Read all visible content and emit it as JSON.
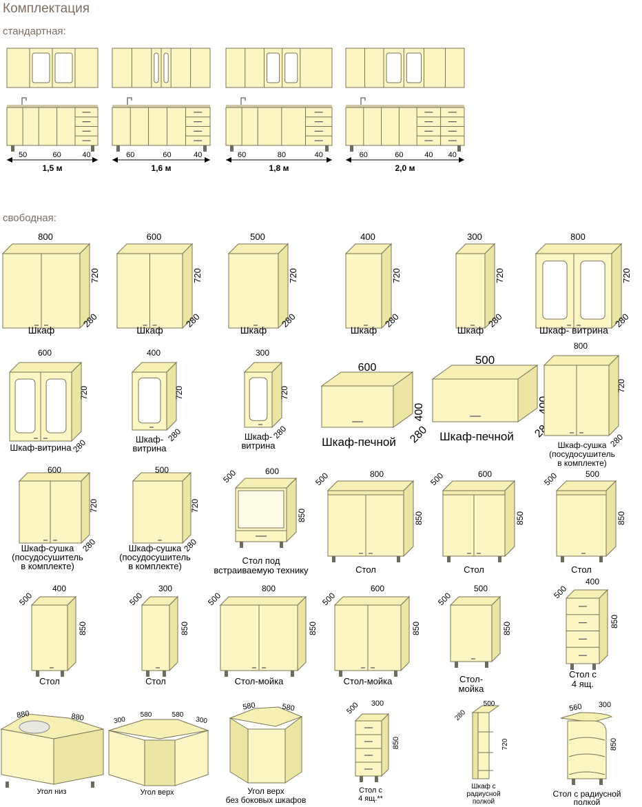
{
  "title": "Комплектация",
  "standard": {
    "label": "стандартная:",
    "sets": [
      {
        "dims": [
          "50",
          "60",
          "40"
        ],
        "total": "1,5 м"
      },
      {
        "dims": [
          "60",
          "60",
          "40"
        ],
        "total": "1,6 м"
      },
      {
        "dims": [
          "60",
          "80",
          "40"
        ],
        "total": "1,8 м"
      },
      {
        "dims": [
          "60",
          "60",
          "40",
          "40"
        ],
        "total": "2,0 м"
      }
    ]
  },
  "free": {
    "label": "свободная:",
    "rows": [
      [
        {
          "w": "800",
          "h": "720",
          "d": "280",
          "name": "Шкаф"
        },
        {
          "w": "600",
          "h": "720",
          "d": "280",
          "name": "Шкаф"
        },
        {
          "w": "500",
          "h": "720",
          "d": "280",
          "name": "Шкаф"
        },
        {
          "w": "400",
          "h": "720",
          "d": "280",
          "name": "Шкаф"
        },
        {
          "w": "300",
          "h": "720",
          "d": "280",
          "name": "Шкаф"
        },
        {
          "w": "800",
          "h": "720",
          "d": "280",
          "name": "Шкаф- витрина"
        }
      ],
      [
        {
          "w": "600",
          "h": "720",
          "d": "280",
          "name": "Шкаф-витрина"
        },
        {
          "w": "400",
          "h": "720",
          "d": "280",
          "name": "Шкаф-\nвитрина"
        },
        {
          "w": "300",
          "h": "720",
          "d": "280",
          "name": "Шкаф-\nвитрина"
        },
        {
          "w": "600",
          "h": "400",
          "d": "280",
          "name": "Шкаф-печной"
        },
        {
          "w": "500",
          "h": "400",
          "d": "280",
          "name": "Шкаф-печной"
        },
        {
          "w": "800",
          "h": "720",
          "d": "280",
          "name": "Шкаф-сушка\n(посудосушитель\nв комплекте)"
        }
      ],
      [
        {
          "w": "600",
          "h": "720",
          "d": "280",
          "name": "Шкаф-сушка\n(посудосушитель\nв комплекте)"
        },
        {
          "w": "500",
          "h": "720",
          "d": "280",
          "name": "Шкаф-сушка\n(посудосушитель\nв комплекте)"
        },
        {
          "w": "600",
          "h": "850",
          "d": "500",
          "name": "Стол под\nвстраиваемую технику"
        },
        {
          "w": "800",
          "h": "850",
          "d": "500",
          "name": "Стол"
        },
        {
          "w": "600",
          "h": "850",
          "d": "500",
          "name": "Стол"
        },
        {
          "w": "500",
          "h": "850",
          "d": "500",
          "name": "Стол"
        }
      ],
      [
        {
          "w": "400",
          "h": "850",
          "d": "500",
          "name": "Стол"
        },
        {
          "w": "300",
          "h": "850",
          "d": "500",
          "name": "Стол"
        },
        {
          "w": "800",
          "h": "850",
          "d": "500",
          "name": "Стол-мойка"
        },
        {
          "w": "600",
          "h": "850",
          "d": "500",
          "name": "Стол-мойка"
        },
        {
          "w": "500",
          "h": "850",
          "d": "500",
          "name": "Стол-\nмойка"
        },
        {
          "w": "400",
          "h": "850",
          "d": "500",
          "name": "Стол с\n4 ящ."
        }
      ],
      [
        {
          "w": "880",
          "w2": "880",
          "name": "Угол низ"
        },
        {
          "w": "580",
          "w2": "580",
          "d": "300",
          "d2": "300",
          "name": "Угол верх"
        },
        {
          "w": "580",
          "w2": "580",
          "name": "Угол верх\nбез боковых шкафов"
        },
        {
          "w": "300",
          "h": "850",
          "d": "500",
          "name": "Стол с\n4 ящ.**"
        },
        {
          "w": "500",
          "h": "720",
          "d": "280",
          "name": "Шкаф с\nрадиусной\nполкой"
        },
        {
          "w": "560",
          "w2": "300",
          "h": "850",
          "name": "Стол с радиусной\nполкой"
        }
      ]
    ]
  },
  "colors": {
    "face": "#fbf6c4",
    "side": "#ece6a4",
    "top": "#f6f0b4",
    "line": "#7a7256",
    "label": "#7b6e60",
    "glass": "#ffffff"
  }
}
